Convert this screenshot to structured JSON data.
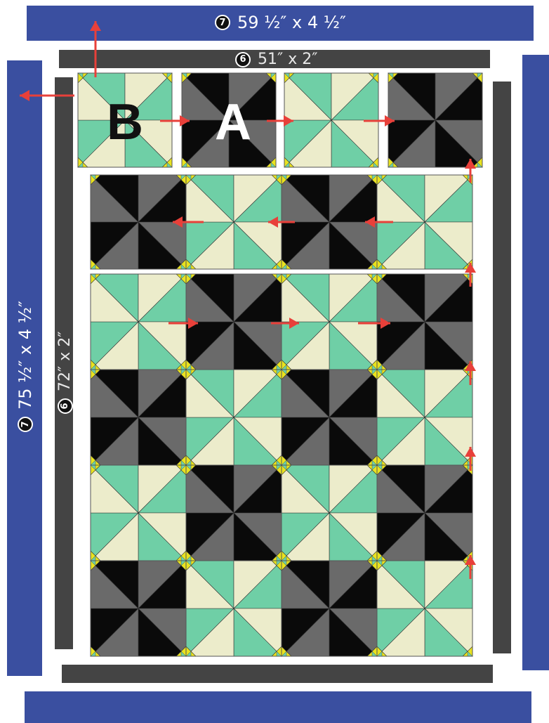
{
  "borders": {
    "top_outer": {
      "number": "7",
      "size": "59 ½″ x 4 ½″"
    },
    "top_inner": {
      "number": "6",
      "size": "51″ x 2″"
    },
    "side_outer": {
      "number": "7",
      "size": "75 ½″ x 4 ½″"
    },
    "side_inner": {
      "number": "6",
      "size": "72″ x 2″"
    }
  },
  "blocks": {
    "b_label": "B",
    "a_label": "A"
  },
  "colors": {
    "border_outer": "#3a4fa0",
    "border_inner": "#444444",
    "dark_black": "#0a0a0a",
    "dark_gray": "#6a6a6a",
    "light_green": "#6fcfa6",
    "light_cream": "#ececcb",
    "corner_yellow": "#e9e21f",
    "arrow_red": "#e8403a"
  },
  "layout_rows": [
    [
      "B",
      "A",
      "B",
      "A"
    ],
    [
      "A",
      "B",
      "A",
      "B"
    ],
    [
      "B",
      "A",
      "B",
      "A"
    ],
    [
      "A",
      "B",
      "A",
      "B"
    ],
    [
      "B",
      "A",
      "B",
      "A"
    ],
    [
      "A",
      "B",
      "A",
      "B"
    ]
  ]
}
